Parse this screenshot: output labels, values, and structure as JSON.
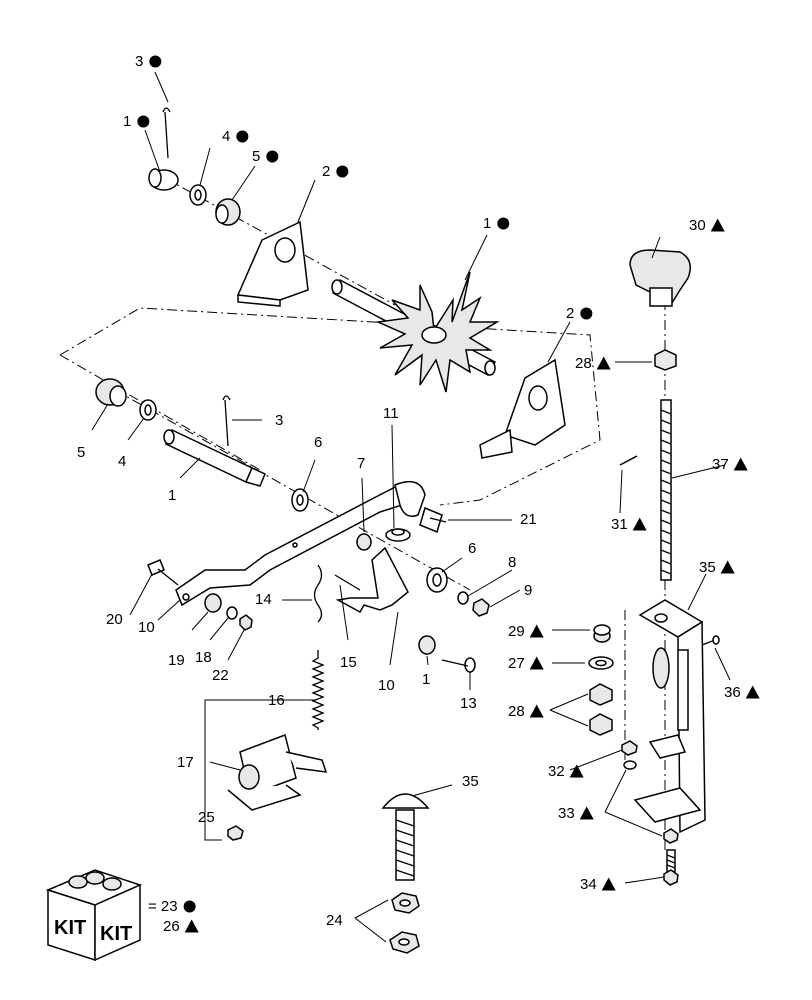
{
  "symbols": {
    "circle": "circle-marker",
    "triangle": "triangle-marker"
  },
  "callouts": [
    {
      "id": "c3a",
      "text": "3",
      "mark": "circle"
    },
    {
      "id": "c1a",
      "text": "1",
      "mark": "circle"
    },
    {
      "id": "c4a",
      "text": "4",
      "mark": "circle"
    },
    {
      "id": "c5a",
      "text": "5",
      "mark": "circle"
    },
    {
      "id": "c2a",
      "text": "2",
      "mark": "circle"
    },
    {
      "id": "c1b",
      "text": "1",
      "mark": "circle"
    },
    {
      "id": "c2b",
      "text": "2",
      "mark": "circle"
    },
    {
      "id": "c30",
      "text": "30",
      "mark": "triangle"
    },
    {
      "id": "c28a",
      "text": "28",
      "mark": "triangle"
    },
    {
      "id": "c37",
      "text": "37",
      "mark": "triangle"
    },
    {
      "id": "c31",
      "text": "31",
      "mark": "triangle"
    },
    {
      "id": "c35a",
      "text": "35",
      "mark": "triangle"
    },
    {
      "id": "c29",
      "text": "29",
      "mark": "triangle"
    },
    {
      "id": "c27",
      "text": "27",
      "mark": "triangle"
    },
    {
      "id": "c28b",
      "text": "28",
      "mark": "triangle"
    },
    {
      "id": "c36",
      "text": "36",
      "mark": "triangle"
    },
    {
      "id": "c32",
      "text": "32",
      "mark": "triangle"
    },
    {
      "id": "c33",
      "text": "33",
      "mark": "triangle"
    },
    {
      "id": "c34",
      "text": "34",
      "mark": "triangle"
    },
    {
      "id": "p5",
      "text": "5",
      "mark": ""
    },
    {
      "id": "p4",
      "text": "4",
      "mark": ""
    },
    {
      "id": "p3",
      "text": "3",
      "mark": ""
    },
    {
      "id": "p1a",
      "text": "1",
      "mark": ""
    },
    {
      "id": "p6a",
      "text": "6",
      "mark": ""
    },
    {
      "id": "p7",
      "text": "7",
      "mark": ""
    },
    {
      "id": "p11",
      "text": "11",
      "mark": ""
    },
    {
      "id": "p21",
      "text": "21",
      "mark": ""
    },
    {
      "id": "p6b",
      "text": "6",
      "mark": ""
    },
    {
      "id": "p8",
      "text": "8",
      "mark": ""
    },
    {
      "id": "p9",
      "text": "9",
      "mark": ""
    },
    {
      "id": "p20",
      "text": "20",
      "mark": ""
    },
    {
      "id": "p10a",
      "text": "10",
      "mark": ""
    },
    {
      "id": "p19",
      "text": "19",
      "mark": ""
    },
    {
      "id": "p18",
      "text": "18",
      "mark": ""
    },
    {
      "id": "p22",
      "text": "22",
      "mark": ""
    },
    {
      "id": "p14",
      "text": "14",
      "mark": ""
    },
    {
      "id": "p15",
      "text": "15",
      "mark": ""
    },
    {
      "id": "p10b",
      "text": "10",
      "mark": ""
    },
    {
      "id": "p1b",
      "text": "1",
      "mark": ""
    },
    {
      "id": "p13",
      "text": "13",
      "mark": ""
    },
    {
      "id": "p16",
      "text": "16",
      "mark": ""
    },
    {
      "id": "p17",
      "text": "17",
      "mark": ""
    },
    {
      "id": "p25",
      "text": "25",
      "mark": ""
    },
    {
      "id": "p35b",
      "text": "35",
      "mark": ""
    },
    {
      "id": "p24",
      "text": "24",
      "mark": ""
    }
  ],
  "kit": {
    "box_label_left": "KIT",
    "box_label_right": "KIT",
    "legend": [
      {
        "id": "k23",
        "text": "= 23",
        "mark": "circle"
      },
      {
        "id": "k26",
        "text": "26",
        "mark": "triangle"
      }
    ]
  }
}
